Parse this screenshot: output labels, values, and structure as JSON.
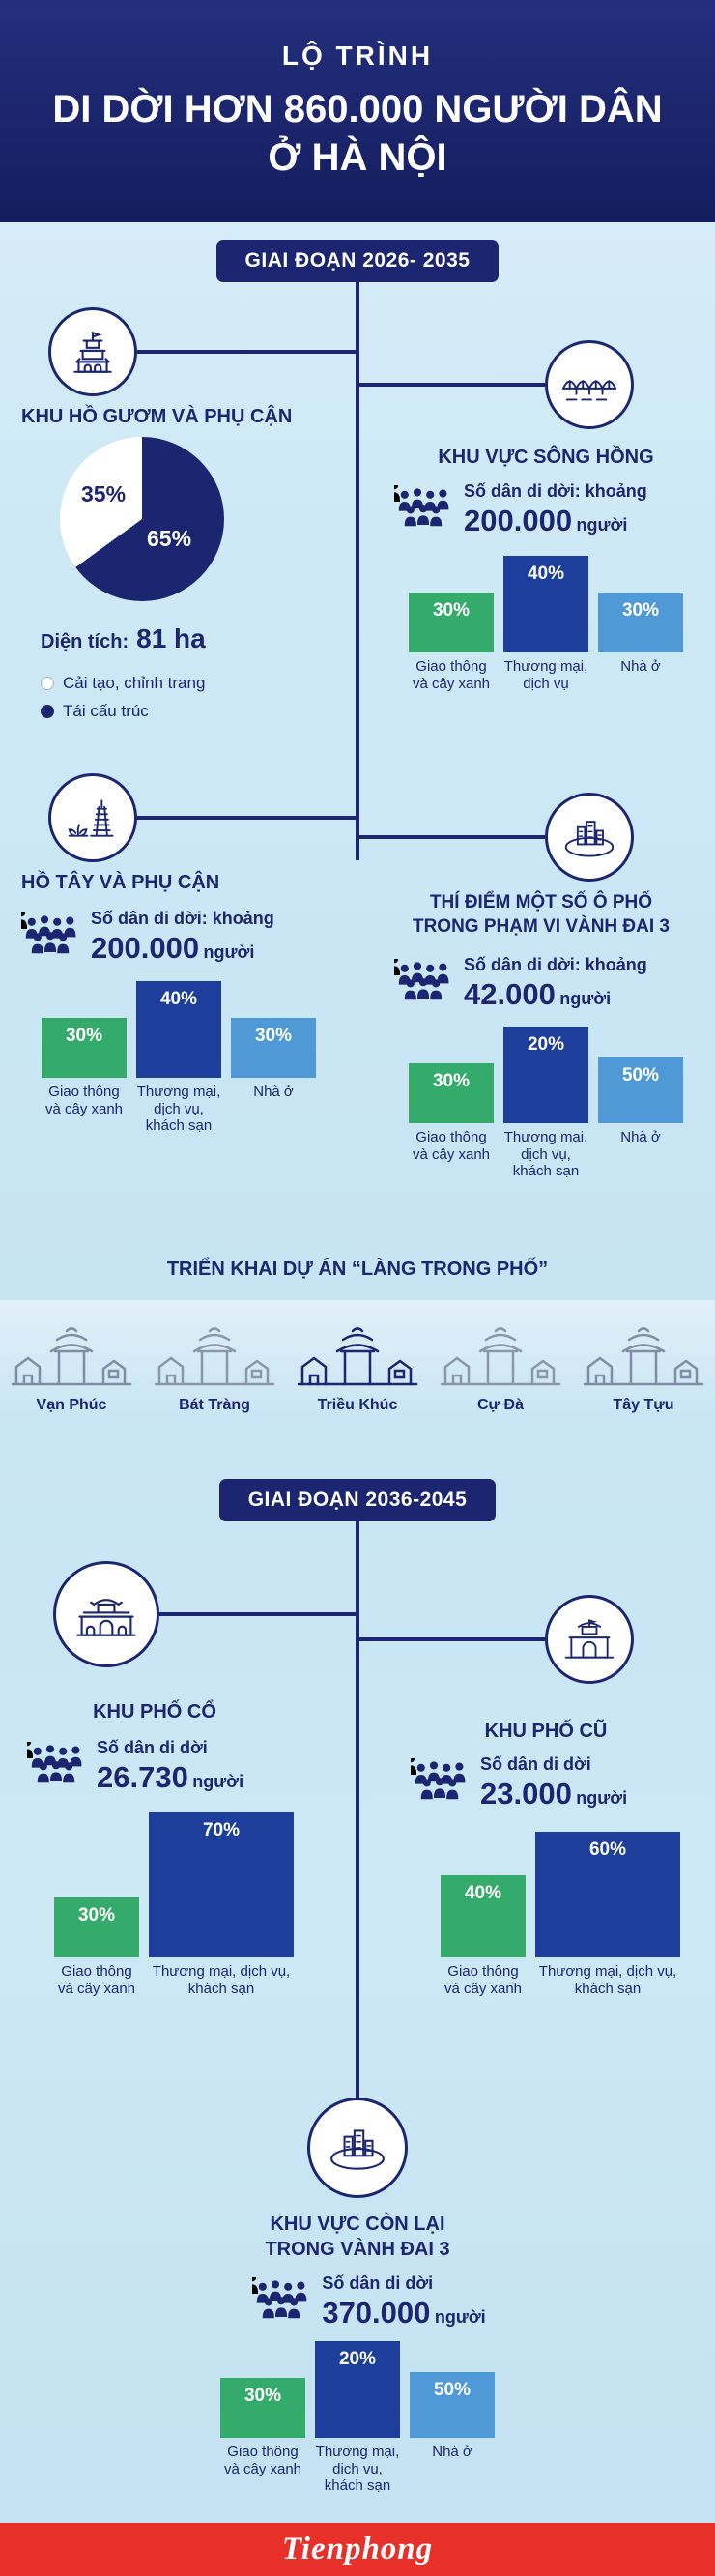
{
  "palette": {
    "navy": "#1b2570",
    "barNavy": "#1e3e9c",
    "green": "#35ab6b",
    "lightBlue": "#4f9ad6",
    "white": "#ffffff",
    "background": "#cfe9f6",
    "red": "#e8302a"
  },
  "header": {
    "line1": "LỘ TRÌNH",
    "line2": "DI DỜI HƠN 860.000 NGƯỜI DÂN",
    "line3": "Ở HÀ NỘI"
  },
  "badges": {
    "phase1": "GIAI ĐOẠN 2026- 2035",
    "phase2": "GIAI ĐOẠN 2036-2045"
  },
  "sections": {
    "hoGuom": {
      "title": "KHU HỒ GƯƠM VÀ PHỤ CẬN",
      "area_label": "Diện tích:",
      "area_value": "81 ha",
      "legend": [
        {
          "label": "Cải tạo, chỉnh trang"
        },
        {
          "label": "Tái cấu trúc"
        }
      ]
    },
    "songHong": {
      "title": "KHU VỰC SÔNG HỒNG",
      "pop_label": "Số dân di dời: khoảng",
      "pop_value": "200.000",
      "pop_unit": "người"
    },
    "hoTay": {
      "title": "HỒ TÂY VÀ PHỤ CẬN",
      "pop_label": "Số dân di dời: khoảng",
      "pop_value": "200.000",
      "pop_unit": "người"
    },
    "thiDiem": {
      "title_line1": "THÍ ĐIỂM MỘT SỐ Ô PHỐ",
      "title_line2": "TRONG PHẠM VI VÀNH ĐAI 3",
      "pop_label": "Số dân di dời: khoảng",
      "pop_value": "42.000",
      "pop_unit": "người"
    },
    "langTrongPho": {
      "title": "TRIỂN KHAI DỰ ÁN “LÀNG TRONG PHỐ”",
      "villages": [
        "Vạn Phúc",
        "Bát Tràng",
        "Triều Khúc",
        "Cự Đà",
        "Tây Tựu"
      ]
    },
    "phoCo": {
      "title": "KHU PHỐ CỔ",
      "pop_label": "Số dân di dời",
      "pop_value": "26.730",
      "pop_unit": "người"
    },
    "phoCu": {
      "title": "KHU PHỐ CŨ",
      "pop_label": "Số dân di dời",
      "pop_value": "23.000",
      "pop_unit": "người"
    },
    "conLai": {
      "title_line1": "KHU VỰC CÒN LẠI",
      "title_line2": "TRONG VÀNH ĐAI 3",
      "pop_label": "Số dân di dời",
      "pop_value": "370.000",
      "pop_unit": "người"
    }
  },
  "chart_data": {
    "hoGuomPie": {
      "type": "pie",
      "title": "Khu Hồ Gươm và phụ cận",
      "values": [
        65,
        35
      ],
      "labels": [
        "65%",
        "35%"
      ],
      "colors": [
        "navy",
        "white"
      ],
      "legend": [
        "Tái cấu trúc",
        "Cải tạo, chỉnh trang"
      ]
    },
    "songHong": {
      "type": "bar",
      "title": "Khu vực sông Hồng",
      "categories": [
        "Giao thông và cây xanh",
        "Thương mại, dịch vụ",
        "Nhà ở"
      ],
      "values": [
        30,
        40,
        30
      ],
      "colors": [
        "green",
        "barNavy",
        "lightBlue"
      ],
      "bar_heights": [
        62,
        100,
        62
      ],
      "bar_widths": [
        88,
        88,
        88
      ]
    },
    "hoTay": {
      "type": "bar",
      "title": "Hồ Tây và phụ cận",
      "categories": [
        "Giao thông và cây xanh",
        "Thương mại, dịch vụ, khách sạn",
        "Nhà ở"
      ],
      "values": [
        30,
        40,
        30
      ],
      "colors": [
        "green",
        "barNavy",
        "lightBlue"
      ],
      "bar_heights": [
        62,
        100,
        62
      ],
      "bar_widths": [
        88,
        88,
        88
      ]
    },
    "thiDiem": {
      "type": "bar",
      "title": "Thí điểm một số ô phố trong phạm vi vành đai 3",
      "categories": [
        "Giao thông và cây xanh",
        "Thương mại, dịch vụ, khách sạn",
        "Nhà ở"
      ],
      "values": [
        30,
        20,
        50
      ],
      "colors": [
        "green",
        "barNavy",
        "lightBlue"
      ],
      "bar_heights": [
        62,
        100,
        68
      ],
      "bar_widths": [
        88,
        88,
        88
      ]
    },
    "phoCo": {
      "type": "bar",
      "title": "Khu phố cổ",
      "categories": [
        "Giao thông và cây xanh",
        "Thương mại, dịch vụ, khách sạn"
      ],
      "values": [
        30,
        70
      ],
      "colors": [
        "green",
        "barNavy"
      ],
      "bar_heights": [
        62,
        150
      ],
      "bar_widths": [
        88,
        150
      ]
    },
    "phoCu": {
      "type": "bar",
      "title": "Khu phố cũ",
      "categories": [
        "Giao thông và cây xanh",
        "Thương mại, dịch vụ, khách sạn"
      ],
      "values": [
        40,
        60
      ],
      "colors": [
        "green",
        "barNavy"
      ],
      "bar_heights": [
        85,
        130
      ],
      "bar_widths": [
        88,
        150
      ]
    },
    "conLai": {
      "type": "bar",
      "title": "Khu vực còn lại trong vành đai 3",
      "categories": [
        "Giao thông và cây xanh",
        "Thương mại, dịch vụ, khách sạn",
        "Nhà ở"
      ],
      "values": [
        30,
        20,
        50
      ],
      "colors": [
        "green",
        "barNavy",
        "lightBlue"
      ],
      "bar_heights": [
        62,
        100,
        68
      ],
      "bar_widths": [
        88,
        88,
        88
      ]
    }
  },
  "footer": {
    "logo": "Tienphong"
  }
}
